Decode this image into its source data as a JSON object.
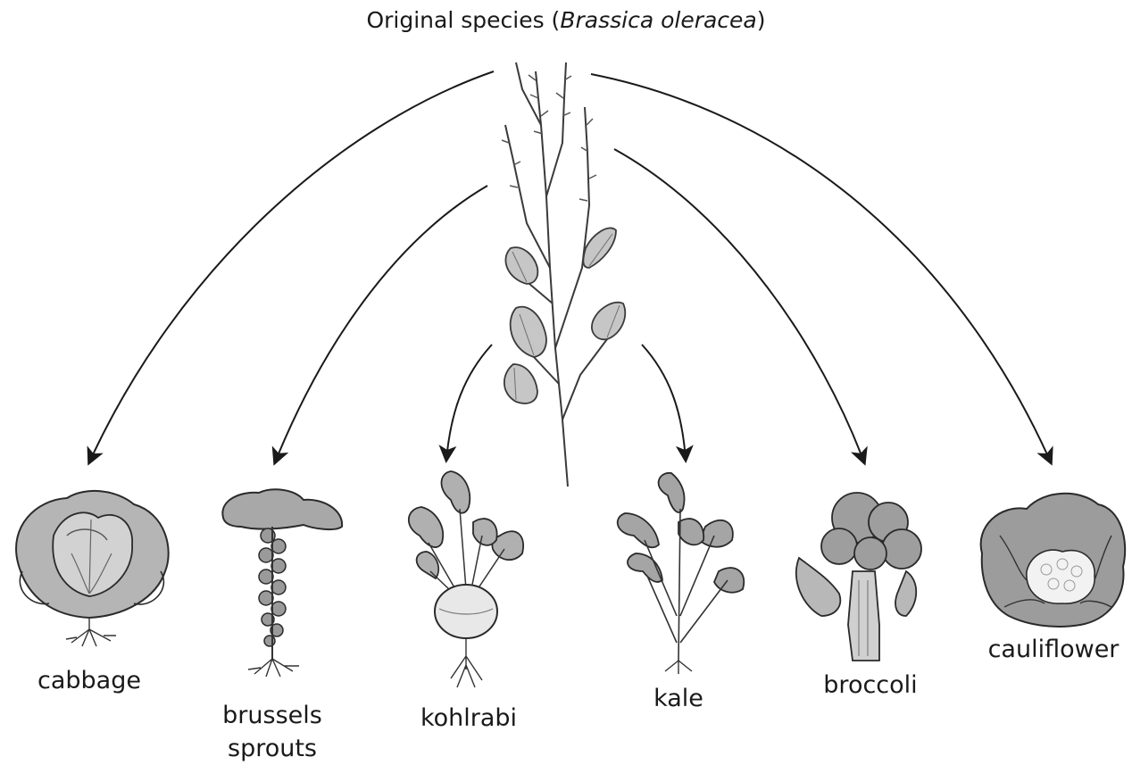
{
  "title": {
    "prefix": "Original species (",
    "species": "Brassica oleracea",
    "suffix": ")"
  },
  "varieties": [
    {
      "label": "cabbage"
    },
    {
      "label_line1": "brussels",
      "label_line2": "sprouts"
    },
    {
      "label": "kohlrabi"
    },
    {
      "label": "kale"
    },
    {
      "label": "broccoli"
    },
    {
      "label": "cauliflower"
    }
  ],
  "colors": {
    "ink": "#1a1a1a",
    "plant_fill": "#bdbdbd",
    "plant_dark": "#6e6e6e"
  },
  "icons": [
    "wild-mustard-plant-icon",
    "cabbage-icon",
    "brussels-sprouts-icon",
    "kohlrabi-icon",
    "kale-icon",
    "broccoli-icon",
    "cauliflower-icon"
  ]
}
